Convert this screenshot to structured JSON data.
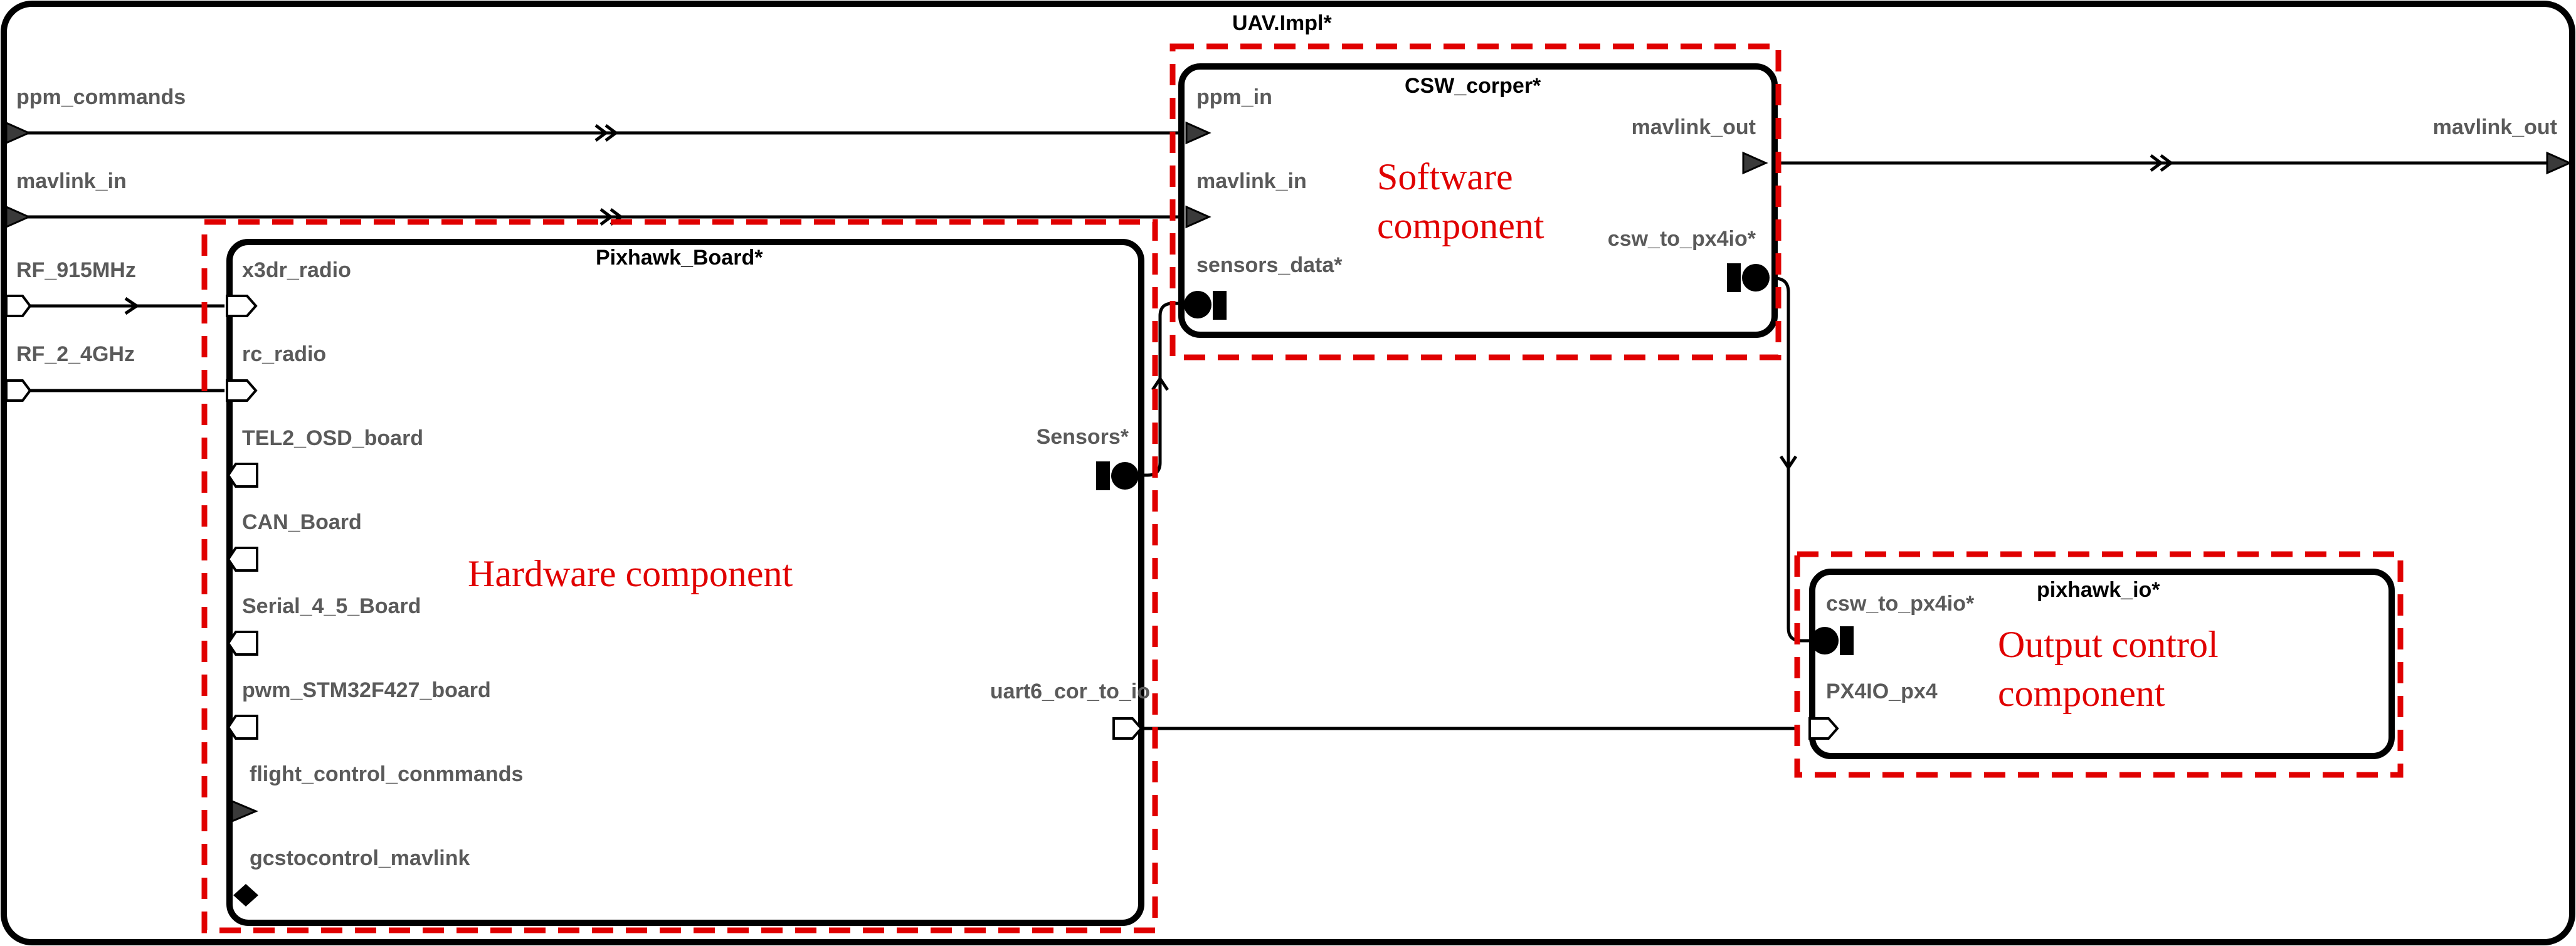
{
  "outer": {
    "title": "UAV.Impl*"
  },
  "ext_ports": {
    "ppm_commands": "ppm_commands",
    "mavlink_in": "mavlink_in",
    "rf_915": "RF_915MHz",
    "rf_24": "RF_2_4GHz",
    "mavlink_out": "mavlink_out"
  },
  "csw": {
    "title": "CSW_corper*",
    "ports": {
      "ppm_in": "ppm_in",
      "mavlink_in": "mavlink_in",
      "sensors_data": "sensors_data*",
      "mavlink_out": "mavlink_out",
      "csw_to_px4io": "csw_to_px4io*"
    },
    "annotation": [
      "Software",
      "component"
    ]
  },
  "pixhawk_board": {
    "title": "Pixhawk_Board*",
    "ports": {
      "x3dr_radio": "x3dr_radio",
      "rc_radio": "rc_radio",
      "tel2": "TEL2_OSD_board",
      "can": "CAN_Board",
      "serial45": "Serial_4_5_Board",
      "pwm": "pwm_STM32F427_board",
      "flight": "flight_control_conmmands",
      "gcs": "gcstocontrol_mavlink",
      "sensors": "Sensors*",
      "uart6": "uart6_cor_to_io"
    },
    "annotation": [
      "Hardware component"
    ]
  },
  "pixhawk_io": {
    "title": "pixhawk_io*",
    "ports": {
      "csw_to_px4io": "csw_to_px4io*",
      "px4io": "PX4IO_px4"
    },
    "annotation": [
      "Output control",
      "component"
    ]
  },
  "colors": {
    "annotation": "#e00000",
    "port_label": "#5a5a5a",
    "stroke": "#000000"
  }
}
